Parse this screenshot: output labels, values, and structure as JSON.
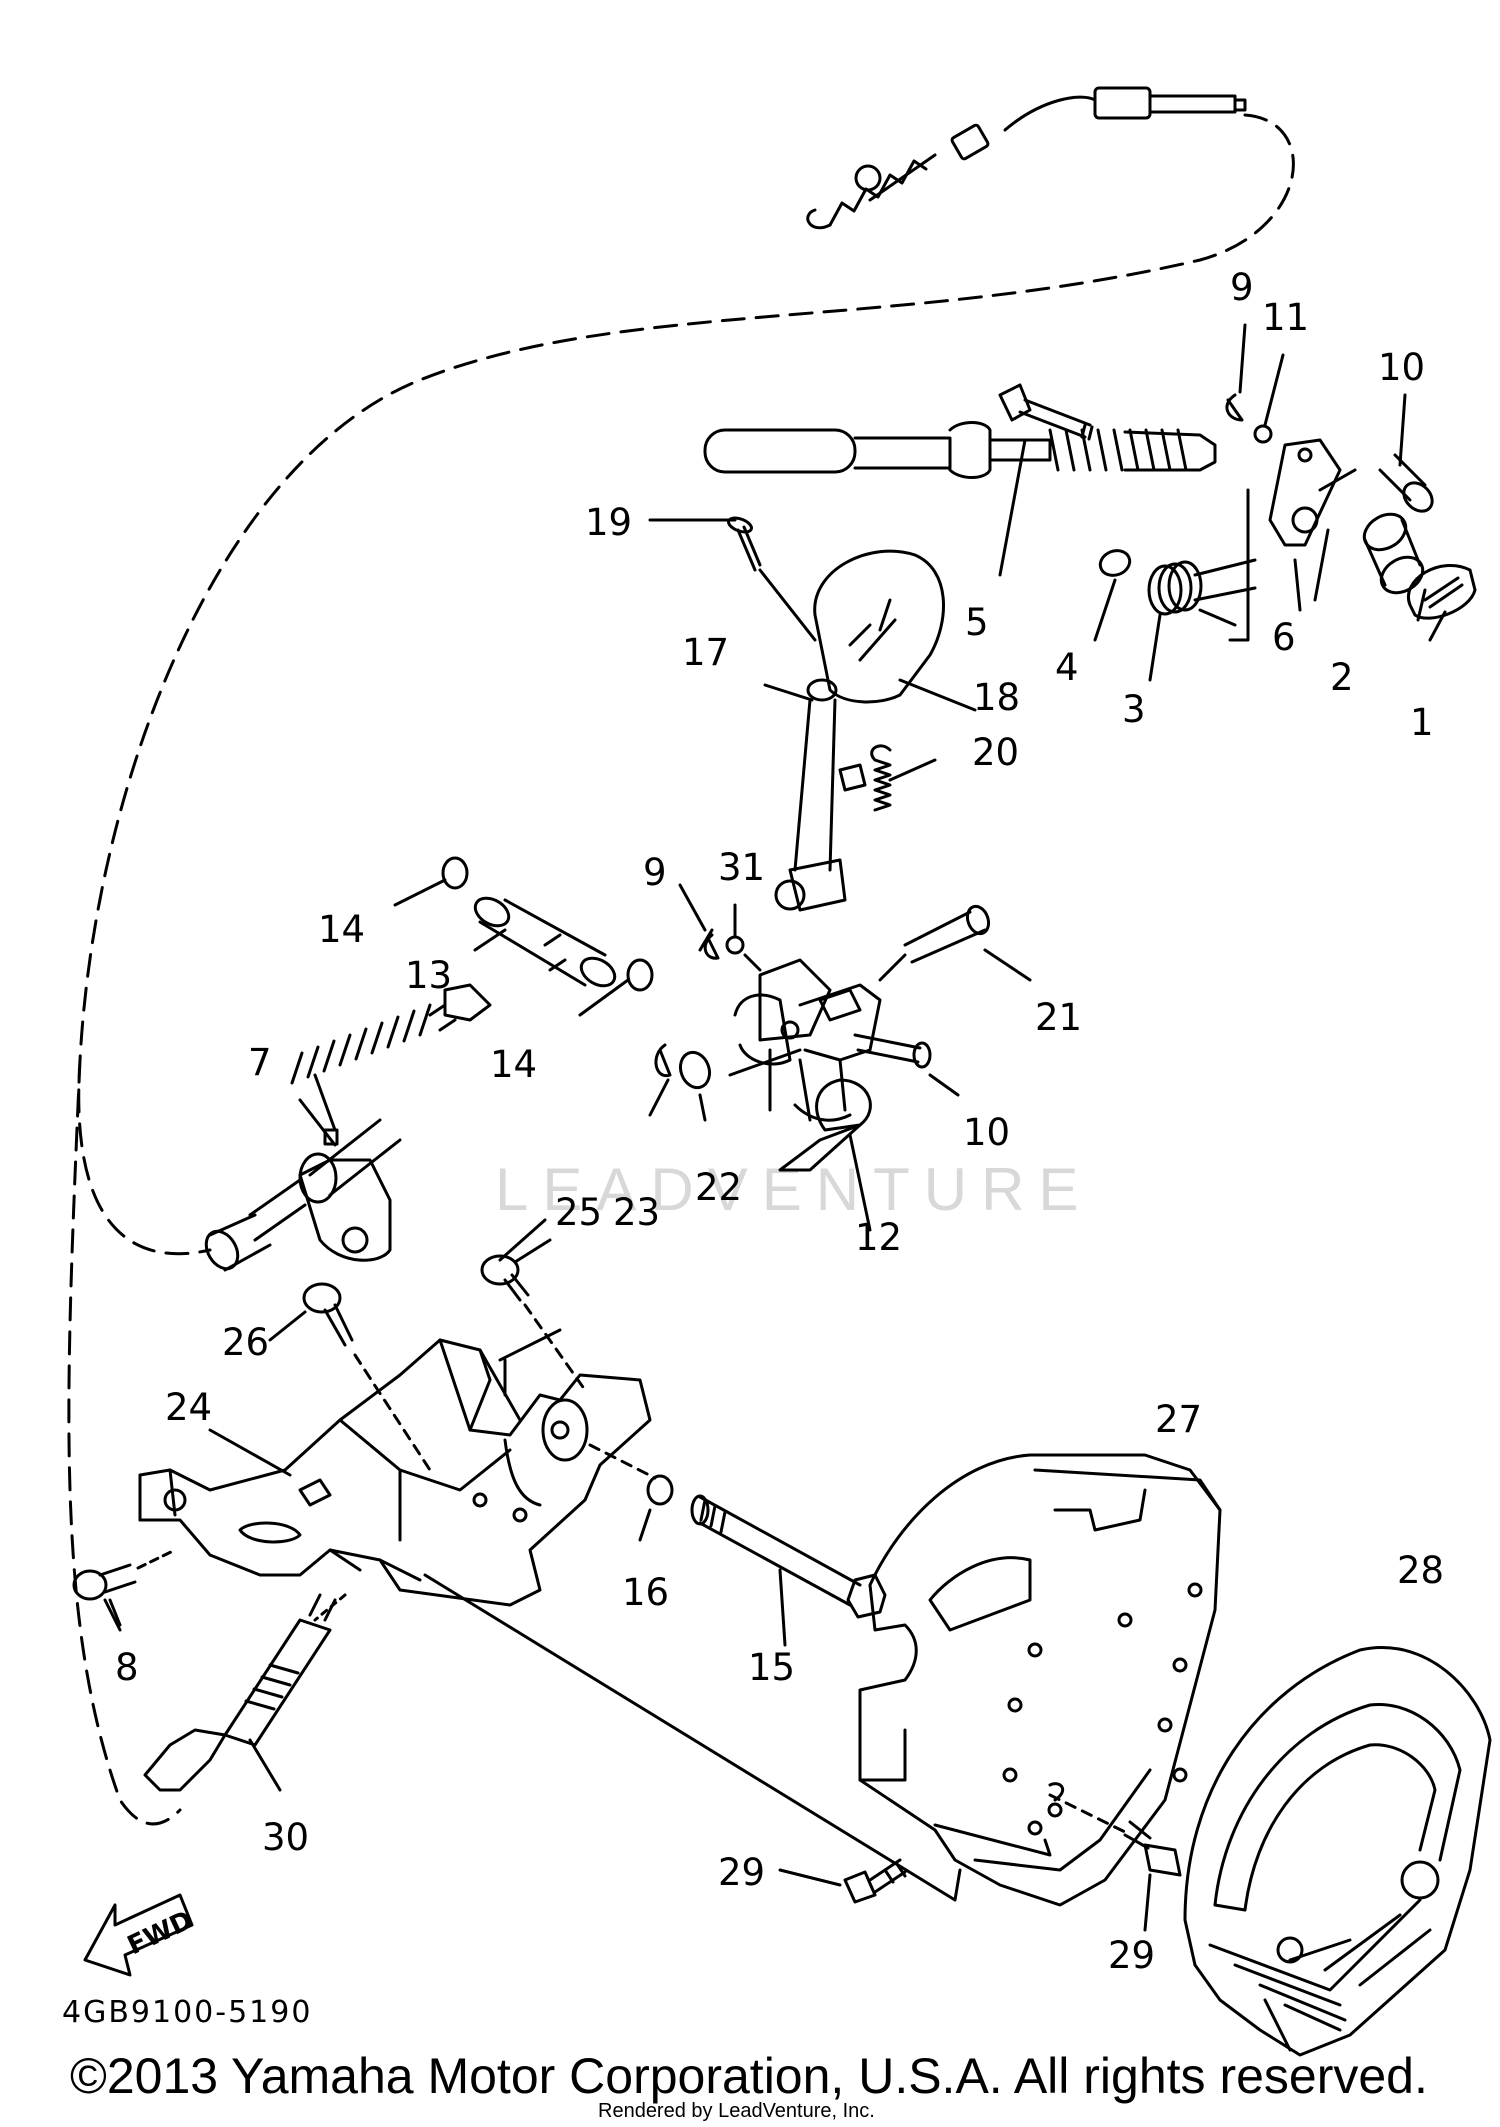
{
  "labels": {
    "l1": "1",
    "l2": "2",
    "l3": "3",
    "l4": "4",
    "l5": "5",
    "l6": "6",
    "l7": "7",
    "l8": "8",
    "l9a": "9",
    "l9b": "9",
    "l10a": "10",
    "l10b": "10",
    "l11": "11",
    "l12": "12",
    "l13": "13",
    "l14a": "14",
    "l14b": "14",
    "l15": "15",
    "l16": "16",
    "l17": "17",
    "l18": "18",
    "l19": "19",
    "l20": "20",
    "l21": "21",
    "l22": "22",
    "l23": "23",
    "l24": "24",
    "l25": "25",
    "l26": "26",
    "l27": "27",
    "l28": "28",
    "l29a": "29",
    "l29b": "29",
    "l30": "30",
    "l31": "31"
  },
  "fwd_label": "FWD",
  "reference_code": "4GB9100-5190",
  "copyright": "©2013 Yamaha Motor Corporation, U.S.A. All rights reserved.",
  "rendered_by": "Rendered by LeadVenture, Inc.",
  "watermark": "LEADVENTURE"
}
